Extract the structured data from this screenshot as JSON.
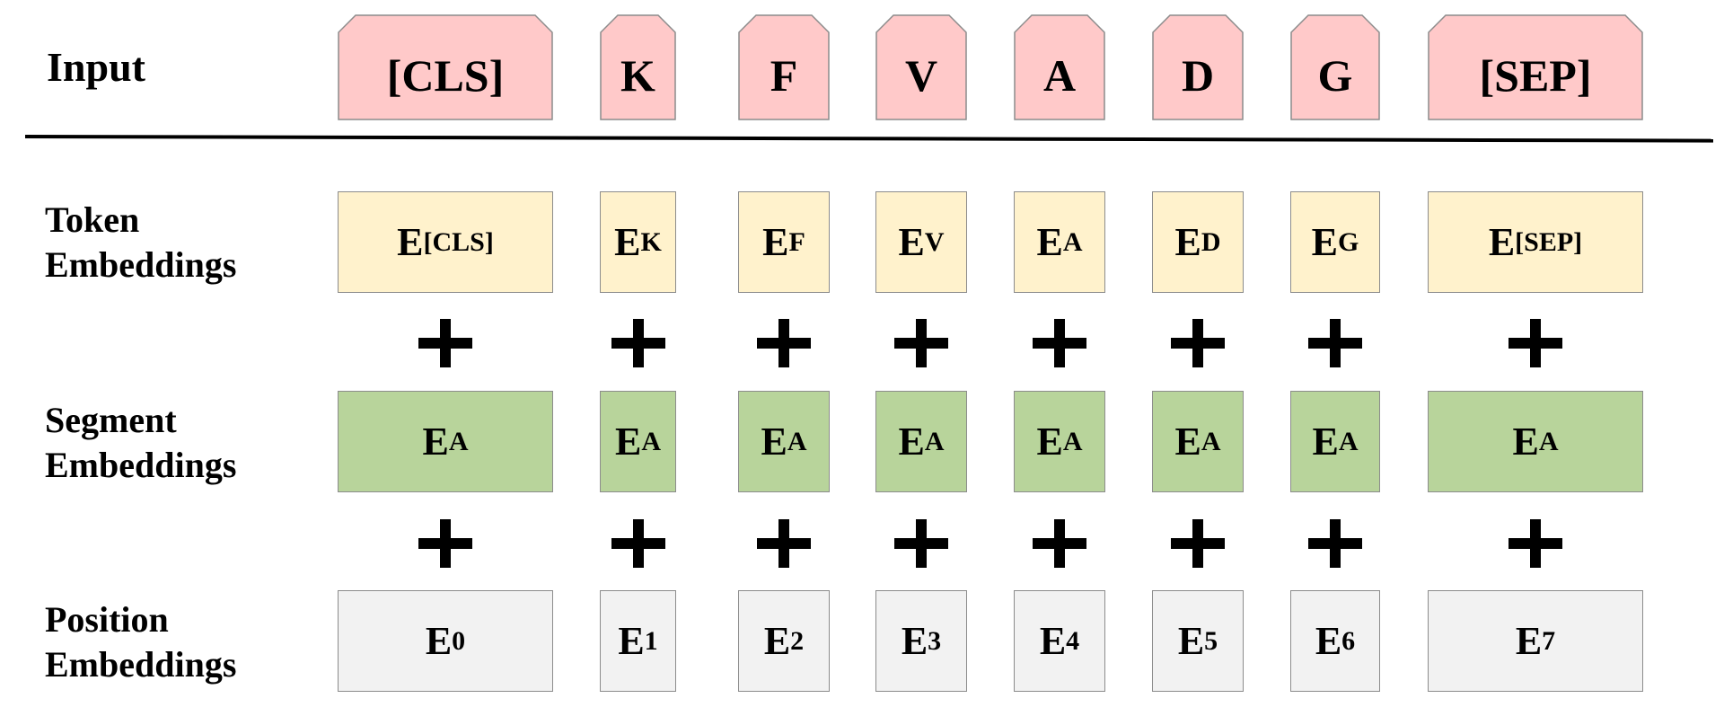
{
  "row_labels": {
    "input": "Input",
    "token": [
      "Token",
      "Embeddings"
    ],
    "segment": [
      "Segment",
      "Embeddings"
    ],
    "position": [
      "Position",
      "Embeddings"
    ]
  },
  "inputs": [
    "[CLS]",
    "K",
    "F",
    "V",
    "A",
    "D",
    "G",
    "[SEP]"
  ],
  "token_embeddings": [
    {
      "base": "E",
      "sub": "[CLS]"
    },
    {
      "base": "E",
      "sub": "K"
    },
    {
      "base": "E",
      "sub": "F"
    },
    {
      "base": "E",
      "sub": "V"
    },
    {
      "base": "E",
      "sub": "A"
    },
    {
      "base": "E",
      "sub": "D"
    },
    {
      "base": "E",
      "sub": "G"
    },
    {
      "base": "E",
      "sub": "[SEP]"
    }
  ],
  "segment_embeddings": [
    {
      "base": "E",
      "sub": "A"
    },
    {
      "base": "E",
      "sub": "A"
    },
    {
      "base": "E",
      "sub": "A"
    },
    {
      "base": "E",
      "sub": "A"
    },
    {
      "base": "E",
      "sub": "A"
    },
    {
      "base": "E",
      "sub": "A"
    },
    {
      "base": "E",
      "sub": "A"
    },
    {
      "base": "E",
      "sub": "A"
    }
  ],
  "position_embeddings": [
    {
      "base": "E",
      "sub": "0"
    },
    {
      "base": "E",
      "sub": "1"
    },
    {
      "base": "E",
      "sub": "2"
    },
    {
      "base": "E",
      "sub": "3"
    },
    {
      "base": "E",
      "sub": "4"
    },
    {
      "base": "E",
      "sub": "5"
    },
    {
      "base": "E",
      "sub": "6"
    },
    {
      "base": "E",
      "sub": "7"
    }
  ],
  "colors": {
    "input_fill": "#ffc9c9",
    "token_fill": "#fff2cc",
    "segment_fill": "#b8d49b",
    "position_fill": "#f2f2f2",
    "border": "#8c8c8c"
  }
}
